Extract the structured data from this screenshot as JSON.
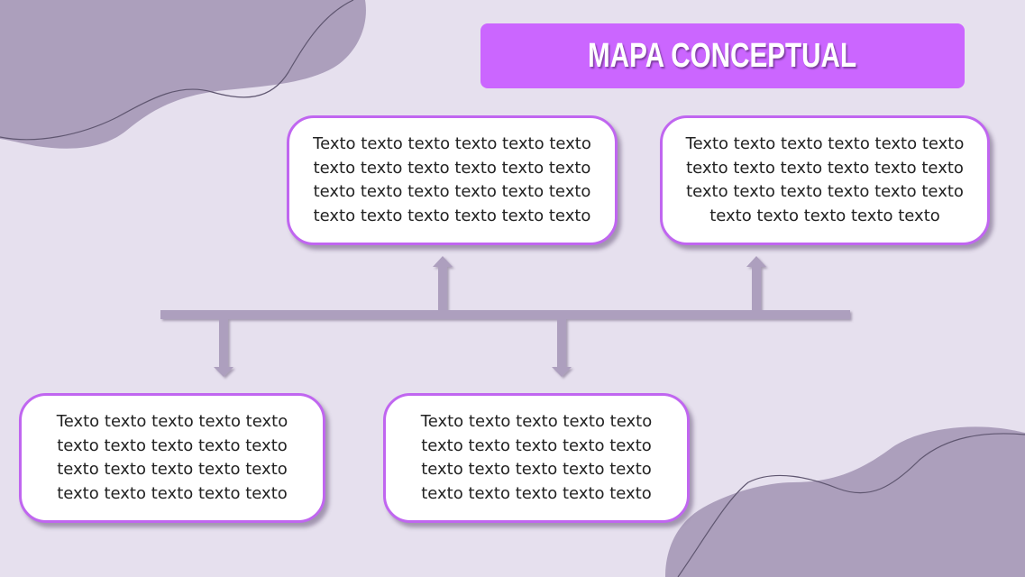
{
  "title": "MAPA CONCEPTUAL",
  "colors": {
    "background": "#e6e0ee",
    "title_bar": "#cb66ff",
    "box_border": "#c066f0",
    "connector": "#ad9fbe",
    "blob": "#ac9fbc"
  },
  "boxes": [
    {
      "text": "Texto texto texto texto texto texto texto texto texto texto texto texto texto texto texto texto texto texto texto texto texto texto texto texto"
    },
    {
      "text": "Texto texto texto texto texto texto texto texto texto texto texto texto texto texto texto texto texto texto texto texto texto texto texto"
    },
    {
      "text": "Texto texto texto texto texto texto texto texto texto texto texto texto texto texto texto texto texto texto texto texto"
    },
    {
      "text": "Texto texto texto texto texto texto texto texto texto texto texto texto texto texto texto texto texto texto texto texto"
    }
  ]
}
